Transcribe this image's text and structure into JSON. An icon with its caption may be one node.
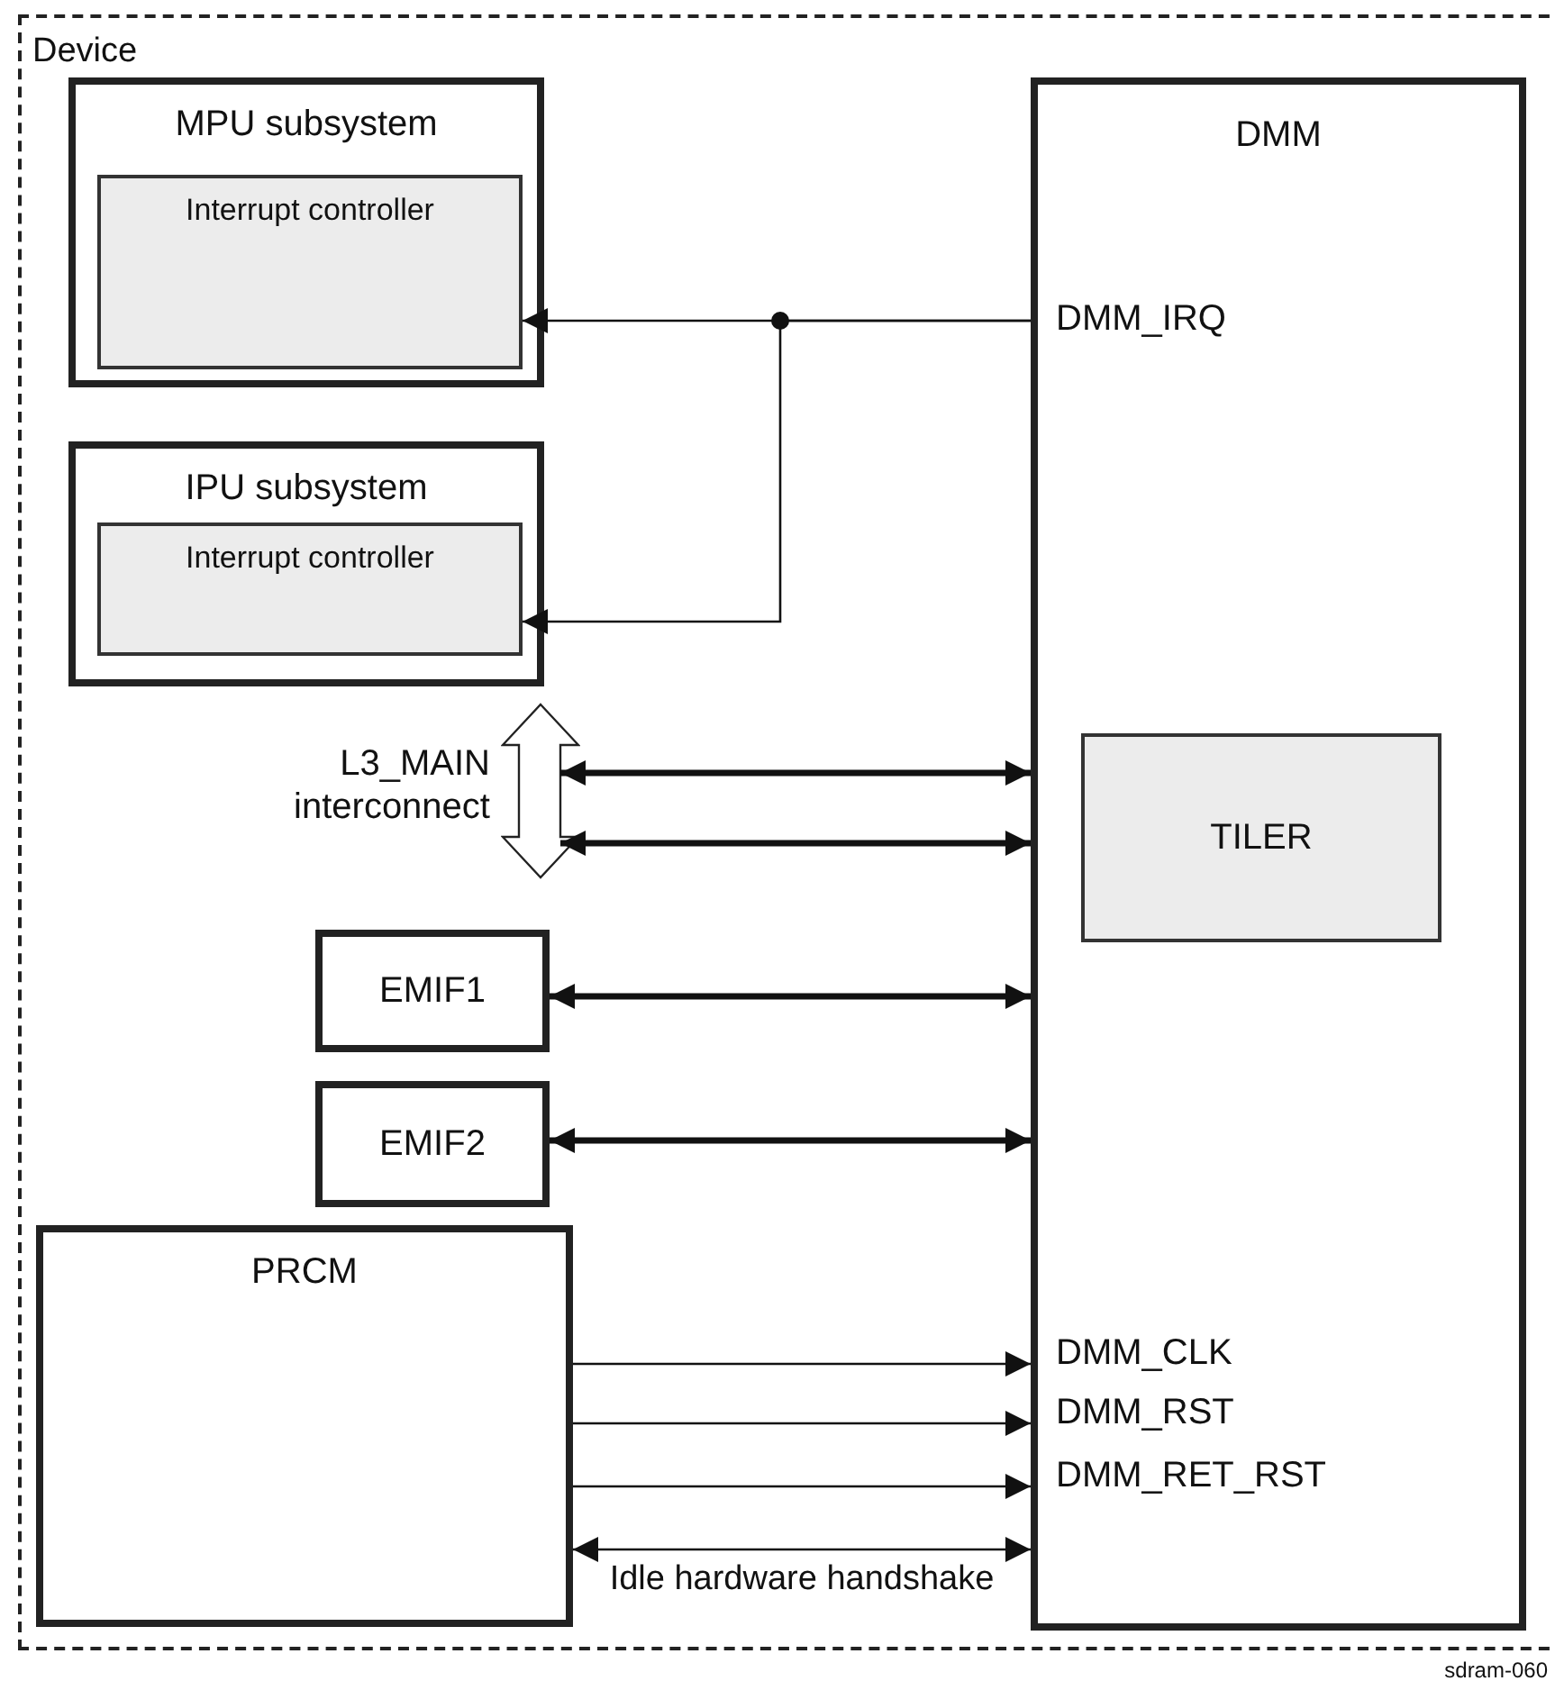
{
  "diagram": {
    "nodes": [
      {
        "text": [
          "Device"
        ]
      },
      {
        "text": [
          "MPU subsystem"
        ],
        "in": 0
      },
      {
        "text": [
          "Interrupt controller"
        ],
        "in": 1
      },
      {
        "text": [
          "IPU subsystem"
        ],
        "in": 0
      },
      {
        "text": [
          "Interrupt controller"
        ],
        "in": 3
      },
      {
        "text": [],
        "shape": "arrow",
        "in": 0,
        "beside": [
          "L3_MAIN interconnect"
        ]
      },
      {
        "text": [
          "EMIF1"
        ],
        "in": 0
      },
      {
        "text": [
          "EMIF2"
        ],
        "in": 0
      },
      {
        "text": [
          "PRCM"
        ],
        "in": 0
      },
      {
        "text": [
          "DMM",
          "DMM_IRQ",
          "DMM_CLK",
          "DMM_RST",
          "DMM_RET_RST"
        ],
        "in": 0
      },
      {
        "text": [
          "TILER"
        ],
        "in": 9
      }
    ],
    "edges": [
      {
        "from": 9,
        "to": 2,
        "arrow": "to"
      },
      {
        "from": 9,
        "to": 4,
        "arrow": "to"
      },
      {
        "from": 5,
        "to": 9,
        "arrow": "both",
        "style": "thick"
      },
      {
        "from": 5,
        "to": 9,
        "arrow": "both",
        "style": "thick"
      },
      {
        "from": 6,
        "to": 9,
        "arrow": "both",
        "style": "thick"
      },
      {
        "from": 7,
        "to": 9,
        "arrow": "both",
        "style": "thick"
      },
      {
        "from": 8,
        "to": 9,
        "arrow": "to"
      },
      {
        "from": 8,
        "to": 9,
        "arrow": "to"
      },
      {
        "from": 8,
        "to": 9,
        "arrow": "to"
      },
      {
        "from": 8,
        "to": 9,
        "arrow": "both",
        "label": "Idle hardware handshake"
      }
    ],
    "labels": [
      "sdram-060"
    ]
  }
}
